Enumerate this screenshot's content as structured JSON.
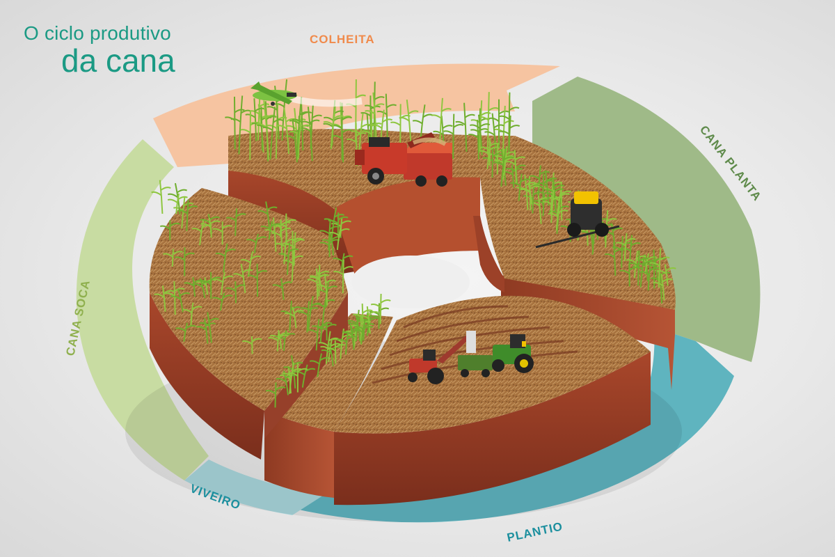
{
  "title": {
    "line1": "O ciclo produtivo",
    "line2": "da cana"
  },
  "stages": {
    "colheita": {
      "label": "COLHEITA",
      "color": "#f08a4b",
      "band": "#f6c4a1"
    },
    "cana_planta": {
      "label": "CANA PLANTA",
      "color": "#5e8a4a",
      "band": "#9fba88"
    },
    "plantio": {
      "label": "PLANTIO",
      "color": "#1b8f9e",
      "band": "#5fb4bf"
    },
    "viveiro": {
      "label": "VIVEIRO",
      "color": "#1b8f9e",
      "band": "#a9d6dc"
    },
    "cana_soca": {
      "label": "CANA SOCA",
      "color": "#8fb04e",
      "band": "#c8dca2"
    }
  },
  "icons": [
    "crop-duster-plane-icon",
    "harvester-icon",
    "sprayer-icon",
    "planting-tractors-icon",
    "sugarcane-icon"
  ]
}
